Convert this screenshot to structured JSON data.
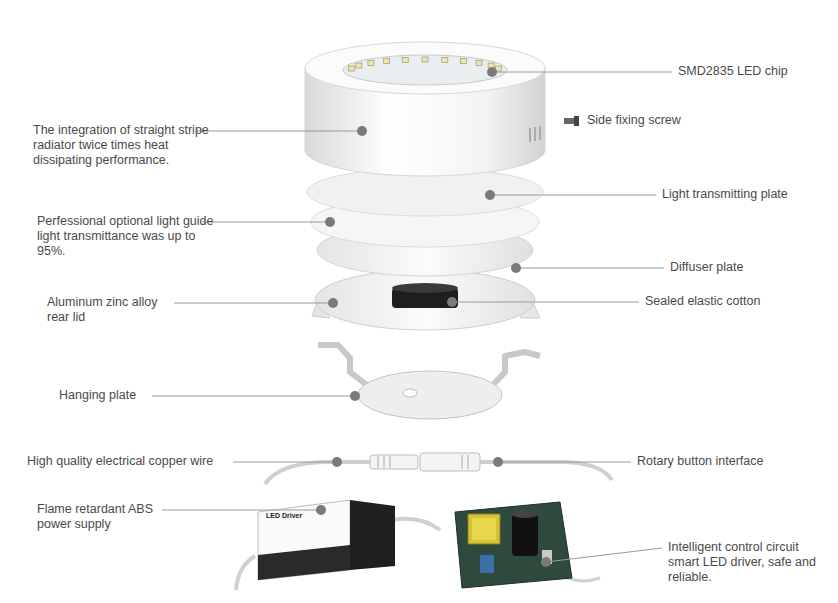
{
  "diagram": {
    "labels": [
      "SMD2835 LED chip",
      "Side fixing screw",
      "The integration of straight stripe radiator twice times heat dissipating performance.",
      "Light transmitting plate",
      "Perfessional optional light guide light transmittance was up to 95%.",
      "Diffuser plate",
      "Aluminum zinc alloy rear lid",
      "Sealed elastic cotton",
      "Hanging plate",
      "High quality electrical copper wire",
      "Rotary button interface",
      "Flame retardant ABS power supply",
      "Intelligent control circuit smart LED driver, safe and reliable.",
      "LED Driver"
    ]
  }
}
